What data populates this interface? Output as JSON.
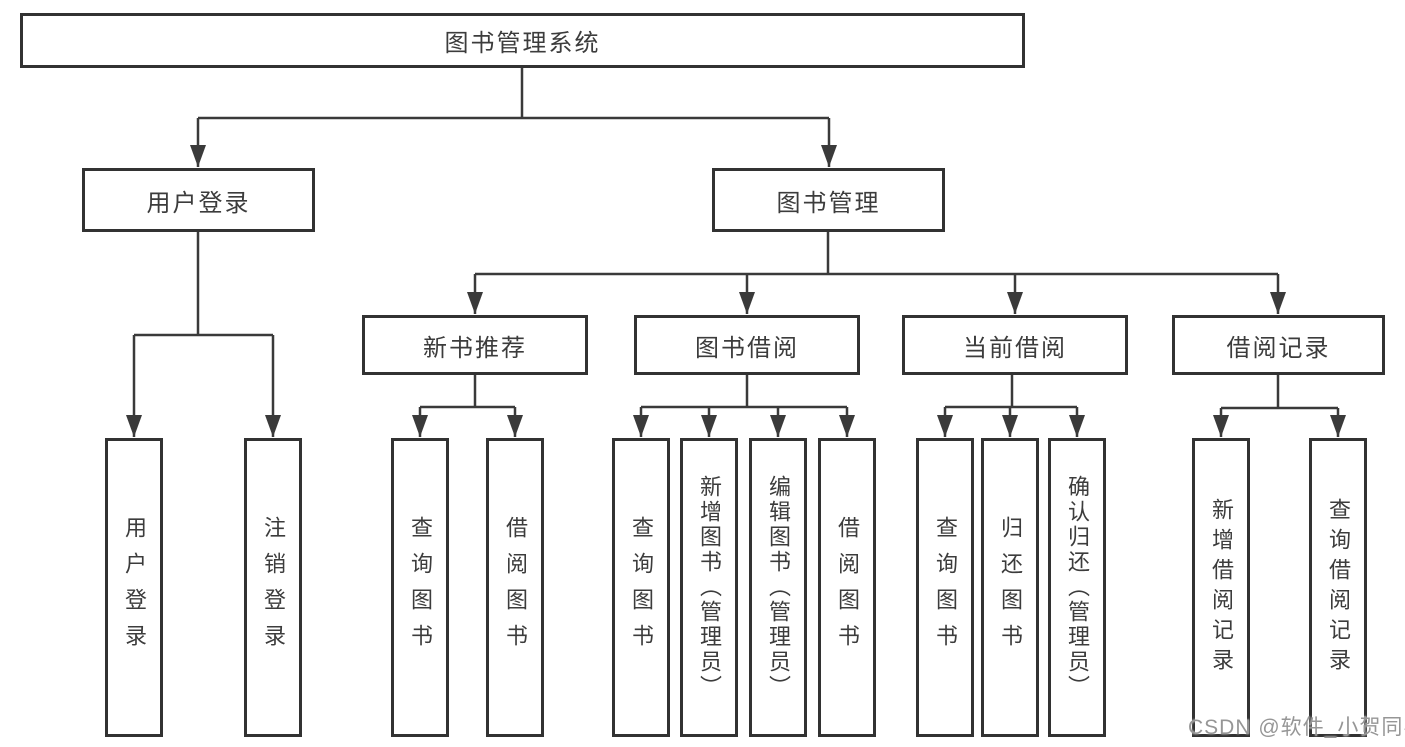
{
  "diagram": {
    "title_node": {
      "label": "图书管理系统"
    },
    "level2": [
      {
        "label": "用户登录"
      },
      {
        "label": "图书管理"
      }
    ],
    "level3": [
      {
        "label": "新书推荐"
      },
      {
        "label": "图书借阅"
      },
      {
        "label": "当前借阅"
      },
      {
        "label": "借阅记录"
      }
    ],
    "leaves": [
      {
        "label": "用户登录"
      },
      {
        "label": "注销登录"
      },
      {
        "label": "查询图书"
      },
      {
        "label": "借阅图书"
      },
      {
        "label": "查询图书"
      },
      {
        "label": "新增图书（管理员）"
      },
      {
        "label": "编辑图书（管理员）"
      },
      {
        "label": "借阅图书"
      },
      {
        "label": "查询图书"
      },
      {
        "label": "归还图书"
      },
      {
        "label": "确认归还（管理员）"
      },
      {
        "label": "新增借阅记录"
      },
      {
        "label": "查询借阅记录"
      }
    ]
  },
  "watermark": {
    "text": "CSDN @软件_小贺同学"
  },
  "colors": {
    "line": "#3a3a3a",
    "border": "#323232",
    "text": "#3c3c3c",
    "watermark": "#969696",
    "background": "#ffffff"
  }
}
